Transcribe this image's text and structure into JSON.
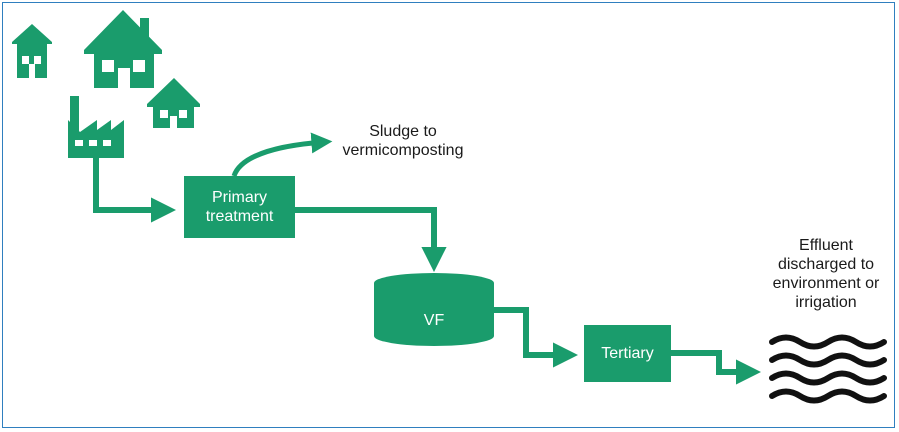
{
  "colors": {
    "green": "#1a9c6c",
    "frame": "#2f7fbf",
    "water": "#111111"
  },
  "nodes": {
    "primary": {
      "line1": "Primary",
      "line2": "treatment"
    },
    "vf": {
      "label": "VF"
    },
    "tertiary": {
      "label": "Tertiary"
    }
  },
  "annotations": {
    "sludge": {
      "line1": "Sludge to",
      "line2": "vermicomposting"
    },
    "effluent": {
      "line1": "Effluent",
      "line2": "discharged to",
      "line3": "environment or",
      "line4": "irrigation"
    }
  },
  "icons": [
    "house-icon",
    "factory-icon",
    "waves-icon"
  ]
}
